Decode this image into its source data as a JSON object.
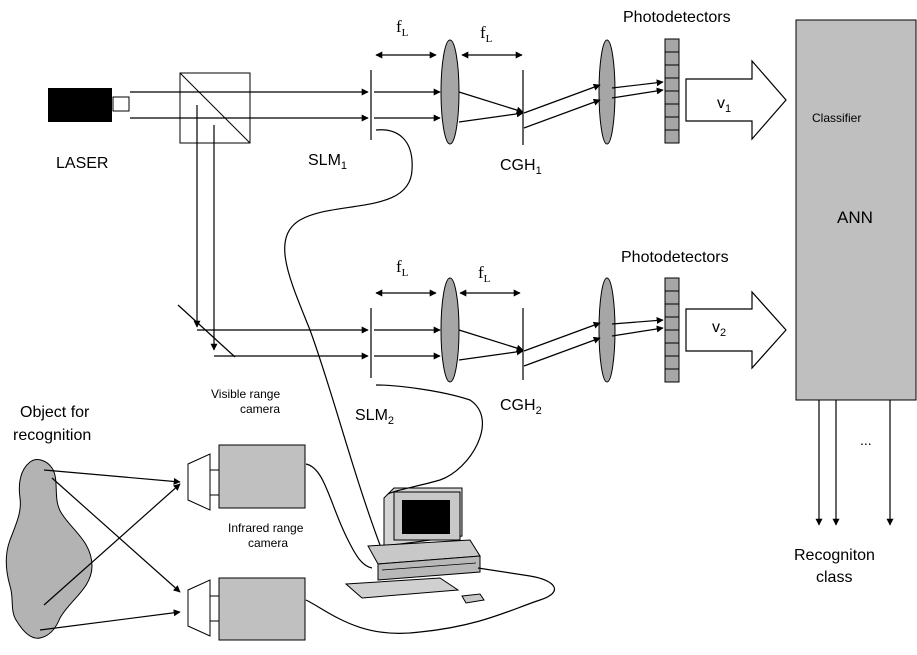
{
  "labels": {
    "laser": "LASER",
    "slm1": "SLM",
    "slm1_sub": "1",
    "slm2": "SLM",
    "slm2_sub": "2",
    "cgh1": "CGH",
    "cgh1_sub": "1",
    "cgh2": "CGH",
    "cgh2_sub": "2",
    "focal": "f",
    "focal_sub": "L",
    "photodetectors": "Photodetectors",
    "v": "v",
    "v1_sub": "1",
    "v2_sub": "2",
    "classifier": "Classifier",
    "ann": "ANN",
    "ellipsis": "...",
    "recognition_class_line1": "Recogniton",
    "recognition_class_line2": "class",
    "object_line1": "Object for",
    "object_line2": "recognition",
    "visible_camera_line1": "Visible range",
    "visible_camera_line2": "camera",
    "infrared_camera_line1": "Infrared range",
    "infrared_camera_line2": "camera"
  },
  "colors": {
    "ink": "#000000",
    "ann_box": "#bfbfbf",
    "camera_body": "#c0c0c0",
    "detector": "#a6a6a6",
    "lens": "#a6a6a6",
    "object": "#b3b3b3",
    "laser": "#000000",
    "computer": "#c8c8c8",
    "screen": "#000000"
  }
}
